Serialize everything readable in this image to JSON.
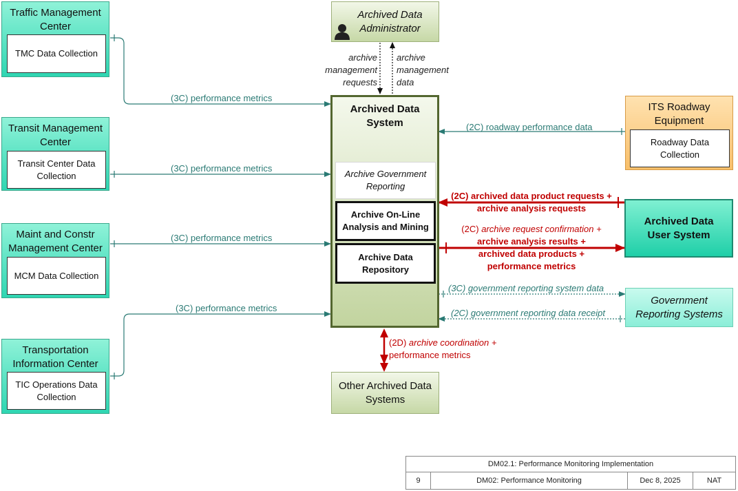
{
  "nodes": {
    "tmc": {
      "title": "Traffic Management Center",
      "inner": "TMC Data Collection"
    },
    "transit": {
      "title": "Transit Management Center",
      "inner": "Transit Center Data Collection"
    },
    "mcm": {
      "title": "Maint and Constr Management Center",
      "inner": "MCM Data Collection"
    },
    "tic": {
      "title": "Transportation Information Center",
      "inner": "TIC Operations Data Collection"
    },
    "admin": {
      "title": "Archived Data Administrator"
    },
    "ads": {
      "title": "Archived Data System",
      "gov": "Archive Government Reporting",
      "olap": "Archive On-Line Analysis and Mining",
      "repo": "Archive Data Repository"
    },
    "its": {
      "title": "ITS Roadway Equipment",
      "inner": "Roadway Data Collection"
    },
    "user": {
      "title": "Archived Data User System"
    },
    "govsys": {
      "title": "Government Reporting Systems"
    },
    "other": {
      "title": "Other Archived Data Systems"
    }
  },
  "flows": {
    "tmc_perf": "(3C) performance metrics",
    "transit_perf": "(3C) performance metrics",
    "mcm_perf": "(3C) performance metrics",
    "tic_perf": "(3C) performance metrics",
    "admin_requests": "archive management requests",
    "admin_data": "archive management data",
    "its_perf": "(2C) roadway performance data",
    "user_req_1": "(2C) archived data product requests +",
    "user_req_2": "archive analysis requests",
    "user_res_1a": "(2C) ",
    "user_res_1b": "archive request confirmation +",
    "user_res_2": "archive analysis results +",
    "user_res_3": "archived data products +",
    "user_res_4": "performance metrics",
    "gov_out": "(3C) government reporting system data",
    "gov_in": "(2C) government reporting data receipt",
    "coord_1a": "(2D) ",
    "coord_1b": "archive coordination +",
    "coord_2": "performance metrics"
  },
  "footer": {
    "title": "DM02.1: Performance Monitoring Implementation",
    "number": "9",
    "name": "DM02: Performance Monitoring",
    "date": "Dec 8, 2025",
    "scope": "NAT"
  },
  "colors": {
    "flow_teal": "#2a7a74",
    "flow_red": "#c00000"
  }
}
